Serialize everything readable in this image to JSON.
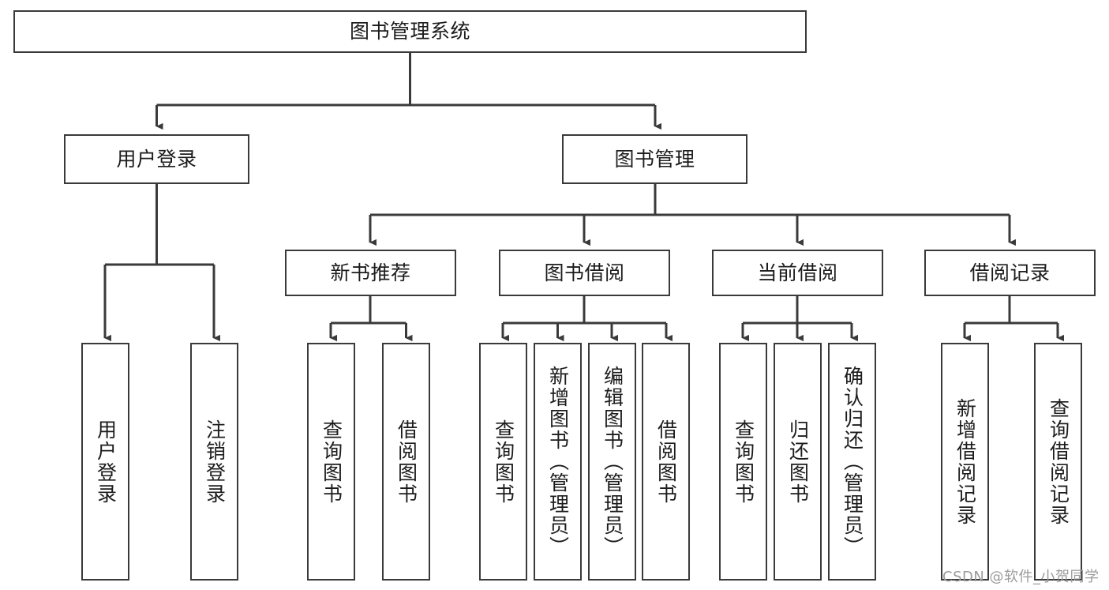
{
  "diagram": {
    "title": "图书管理系统",
    "type": "tree-hierarchy-diagram",
    "colors": {
      "box_border": "#3a3a3a",
      "box_fill": "#ffffff",
      "edge": "#3a3a3a",
      "text": "#1c1c1c",
      "background": "#ffffff",
      "watermark": "#9b9b9b"
    },
    "nodes": {
      "root": {
        "label": "图书管理系统",
        "orientation": "horizontal"
      },
      "level2": [
        {
          "id": "user-login",
          "label": "用户登录",
          "orientation": "horizontal"
        },
        {
          "id": "book-management",
          "label": "图书管理",
          "orientation": "horizontal"
        }
      ],
      "level3": [
        {
          "id": "new-book-recommend",
          "label": "新书推荐",
          "orientation": "horizontal"
        },
        {
          "id": "book-borrow",
          "label": "图书借阅",
          "orientation": "horizontal"
        },
        {
          "id": "current-borrow",
          "label": "当前借阅",
          "orientation": "horizontal"
        },
        {
          "id": "borrow-record",
          "label": "借阅记录",
          "orientation": "horizontal"
        }
      ],
      "leaves": [
        {
          "id": "leaf-user-login",
          "label": "用户登录",
          "parent": "user-login",
          "orientation": "vertical"
        },
        {
          "id": "leaf-user-logout",
          "label": "注销登录",
          "parent": "user-login",
          "orientation": "vertical"
        },
        {
          "id": "leaf-query-book-1",
          "label": "查询图书",
          "parent": "new-book-recommend",
          "orientation": "vertical"
        },
        {
          "id": "leaf-borrow-book-1",
          "label": "借阅图书",
          "parent": "new-book-recommend",
          "orientation": "vertical"
        },
        {
          "id": "leaf-query-book-2",
          "label": "查询图书",
          "parent": "book-borrow",
          "orientation": "vertical"
        },
        {
          "id": "leaf-add-book",
          "label": "新增图书（管理员）",
          "parent": "book-borrow",
          "orientation": "vertical"
        },
        {
          "id": "leaf-edit-book",
          "label": "编辑图书（管理员）",
          "parent": "book-borrow",
          "orientation": "vertical"
        },
        {
          "id": "leaf-borrow-book-2",
          "label": "借阅图书",
          "parent": "book-borrow",
          "orientation": "vertical"
        },
        {
          "id": "leaf-query-book-3",
          "label": "查询图书",
          "parent": "current-borrow",
          "orientation": "vertical"
        },
        {
          "id": "leaf-return-book",
          "label": "归还图书",
          "parent": "current-borrow",
          "orientation": "vertical"
        },
        {
          "id": "leaf-confirm-return",
          "label": "确认归还（管理员）",
          "parent": "current-borrow",
          "orientation": "vertical"
        },
        {
          "id": "leaf-add-record",
          "label": "新增借阅记录",
          "parent": "borrow-record",
          "orientation": "vertical"
        },
        {
          "id": "leaf-query-record",
          "label": "查询借阅记录",
          "parent": "borrow-record",
          "orientation": "vertical"
        }
      ]
    },
    "watermark": "CSDN @软件_小贺同学"
  }
}
